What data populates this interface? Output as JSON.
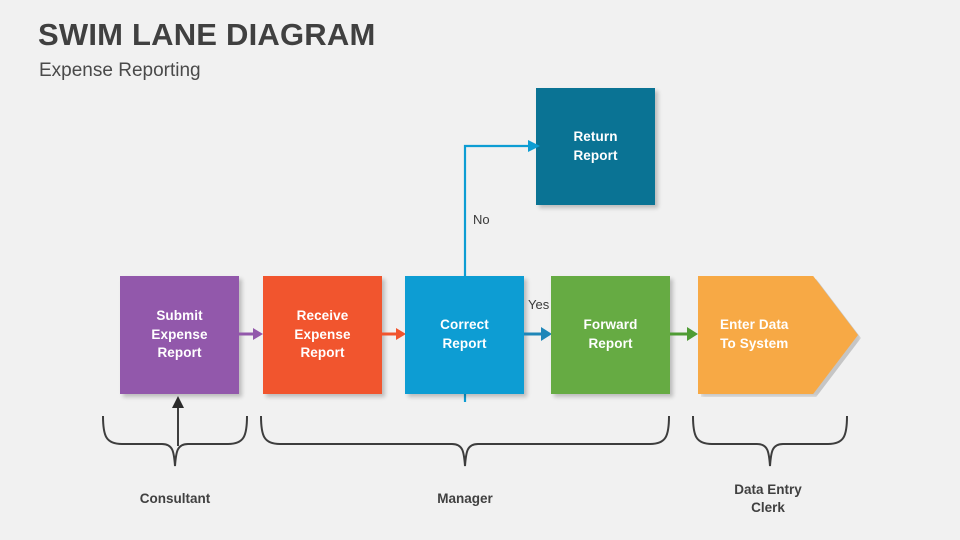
{
  "header": {
    "title": "SWIM LANE DIAGRAM",
    "subtitle": "Expense Reporting"
  },
  "diagram": {
    "nodes": [
      {
        "id": "submit",
        "label": "Submit\nExpense\nReport",
        "color": "#9258ab",
        "shape": "rectangle"
      },
      {
        "id": "receive",
        "label": "Receive\nExpense\nReport",
        "color": "#f1552e",
        "shape": "rectangle"
      },
      {
        "id": "correct",
        "label": "Correct\nReport",
        "color": "#0d9dd3",
        "shape": "rectangle"
      },
      {
        "id": "forward",
        "label": "Forward\nReport",
        "color": "#66ab43",
        "shape": "rectangle"
      },
      {
        "id": "return",
        "label": "Return\nReport",
        "color": "#0a7394",
        "shape": "rectangle"
      },
      {
        "id": "enter",
        "label": "Enter Data\nTo System",
        "color": "#f7a945",
        "shape": "pentagon-arrow"
      }
    ],
    "edges": [
      {
        "id": "submit-receive",
        "from": "submit",
        "to": "receive",
        "label": "",
        "color": "#9258ab"
      },
      {
        "id": "receive-correct",
        "from": "receive",
        "to": "correct",
        "label": "",
        "color": "#f1552e"
      },
      {
        "id": "correct-forward",
        "from": "correct",
        "to": "forward",
        "label": "Yes",
        "color": "#1f86b8"
      },
      {
        "id": "correct-return",
        "from": "correct",
        "to": "return",
        "label": "No",
        "color": "#0d9dd3"
      },
      {
        "id": "forward-enter",
        "from": "forward",
        "to": "enter",
        "label": "",
        "color": "#4f9c34"
      }
    ],
    "edge_labels": {
      "yes": "Yes",
      "no": "No"
    },
    "lanes": [
      {
        "id": "consultant",
        "label": "Consultant"
      },
      {
        "id": "manager",
        "label": "Manager"
      },
      {
        "id": "clerk",
        "label": "Data Entry\nClerk"
      }
    ],
    "lane_labels": {
      "consultant": "Consultant",
      "manager": "Manager",
      "clerk_line1": "Data Entry",
      "clerk_line2": "Clerk"
    },
    "node_labels": {
      "submit_l1": "Submit",
      "submit_l2": "Expense",
      "submit_l3": "Report",
      "receive_l1": "Receive",
      "receive_l2": "Expense",
      "receive_l3": "Report",
      "correct_l1": "Correct",
      "correct_l2": "Report",
      "forward_l1": "Forward",
      "forward_l2": "Report",
      "return_l1": "Return",
      "return_l2": "Report",
      "enter_l1": "Enter Data",
      "enter_l2": "To System"
    }
  },
  "colors": {
    "background": "#f1f1f1",
    "text_dark": "#404040",
    "purple": "#9258ab",
    "orange_red": "#f1552e",
    "blue": "#0d9dd3",
    "green": "#66ab43",
    "teal": "#0a7394",
    "amber": "#f7a945",
    "brace": "#3d3d3d"
  }
}
